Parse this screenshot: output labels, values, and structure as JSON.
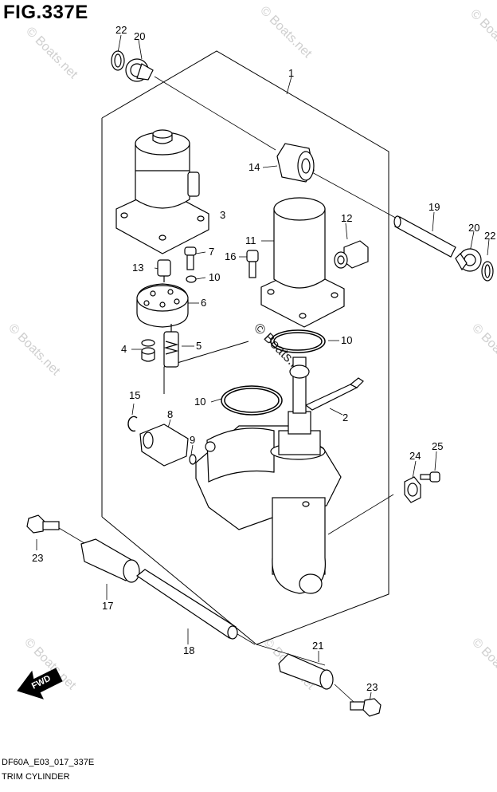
{
  "figure": {
    "title": "FIG.337E",
    "code": "DF60A_E03_017_337E",
    "name": "TRIM CYLINDER"
  },
  "watermark": {
    "text": "© Boats.net",
    "color": "#cfcfcf"
  },
  "direction_label": "FWD",
  "callouts": [
    {
      "id": "c22a",
      "label": "22"
    },
    {
      "id": "c20a",
      "label": "20"
    },
    {
      "id": "c1",
      "label": "1"
    },
    {
      "id": "c3",
      "label": "3"
    },
    {
      "id": "c14",
      "label": "14"
    },
    {
      "id": "c19",
      "label": "19"
    },
    {
      "id": "c20b",
      "label": "20"
    },
    {
      "id": "c22b",
      "label": "22"
    },
    {
      "id": "c12",
      "label": "12"
    },
    {
      "id": "c11",
      "label": "11"
    },
    {
      "id": "c16",
      "label": "16"
    },
    {
      "id": "c7",
      "label": "7"
    },
    {
      "id": "c13",
      "label": "13"
    },
    {
      "id": "c10a",
      "label": "10"
    },
    {
      "id": "c6",
      "label": "6"
    },
    {
      "id": "c4",
      "label": "4"
    },
    {
      "id": "c5",
      "label": "5"
    },
    {
      "id": "c10b",
      "label": "10"
    },
    {
      "id": "c15",
      "label": "15"
    },
    {
      "id": "c10c",
      "label": "10"
    },
    {
      "id": "c2",
      "label": "2"
    },
    {
      "id": "c8",
      "label": "8"
    },
    {
      "id": "c9",
      "label": "9"
    },
    {
      "id": "c25",
      "label": "25"
    },
    {
      "id": "c24",
      "label": "24"
    },
    {
      "id": "c23a",
      "label": "23"
    },
    {
      "id": "c17",
      "label": "17"
    },
    {
      "id": "c18",
      "label": "18"
    },
    {
      "id": "c21",
      "label": "21"
    },
    {
      "id": "c23b",
      "label": "23"
    }
  ]
}
